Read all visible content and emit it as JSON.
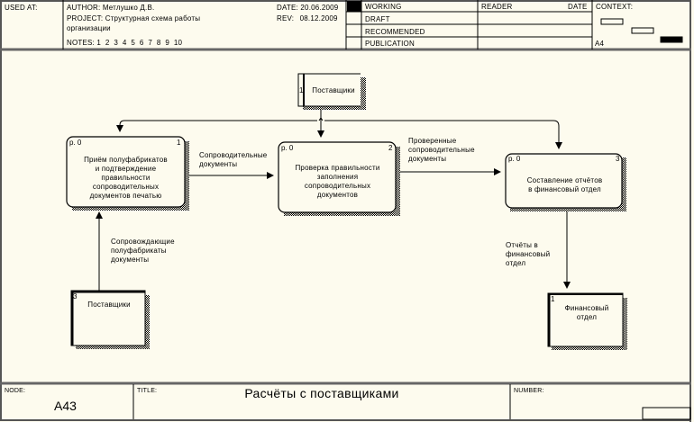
{
  "header": {
    "used_at_label": "USED AT:",
    "author_label": "AUTHOR:",
    "author": "Метлушко Д.В.",
    "project_label": "PROJECT:",
    "project_line1": "Структурная схема работы",
    "project_line2": "организации",
    "notes_label": "NOTES:",
    "notes": "1  2  3  4  5  6  7  8  9  10",
    "date_label": "DATE:",
    "date": "20.06.2009",
    "rev_label": "REV:",
    "rev": "08.12.2009",
    "status": [
      {
        "label": "WORKING",
        "active": true
      },
      {
        "label": "DRAFT",
        "active": false
      },
      {
        "label": "RECOMMENDED",
        "active": false
      },
      {
        "label": "PUBLICATION",
        "active": false
      }
    ],
    "reader_label": "READER",
    "reader_date_label": "DATE",
    "context_label": "CONTEXT:",
    "context_page": "A4"
  },
  "diagram": {
    "activities": [
      {
        "ref": "p. 0",
        "num": "1",
        "lines": [
          "Приём полуфабрикатов",
          "и подтверждение",
          "правильности",
          "сопроводительных",
          "документов печатью"
        ]
      },
      {
        "ref": "p. 0",
        "num": "2",
        "lines": [
          "Проверка правильности",
          "заполнения",
          "сопроводительных",
          "документов"
        ]
      },
      {
        "ref": "p. 0",
        "num": "3",
        "lines": [
          "Составление отчётов",
          "в финансовый отдел"
        ]
      }
    ],
    "externals": [
      {
        "num": "1",
        "label": "Поставщики"
      },
      {
        "num": "3",
        "label": "Поставщики"
      },
      {
        "num": "1",
        "label_lines": [
          "Финансовый",
          "отдел"
        ]
      }
    ],
    "arrows": [
      {
        "lines": [
          "Сопроводительные",
          "документы"
        ]
      },
      {
        "lines": [
          "Проверенные",
          "сопроводительные",
          "документы"
        ]
      },
      {
        "lines": [
          "Сопровождающие",
          "полуфабрикаты",
          "документы"
        ]
      },
      {
        "lines": [
          "Отчёты в",
          "финансовый",
          "отдел"
        ]
      }
    ]
  },
  "footer": {
    "node_label": "NODE:",
    "node": "A43",
    "title_label": "TITLE:",
    "title": "Расчёты с поставщиками",
    "number_label": "NUMBER:"
  }
}
